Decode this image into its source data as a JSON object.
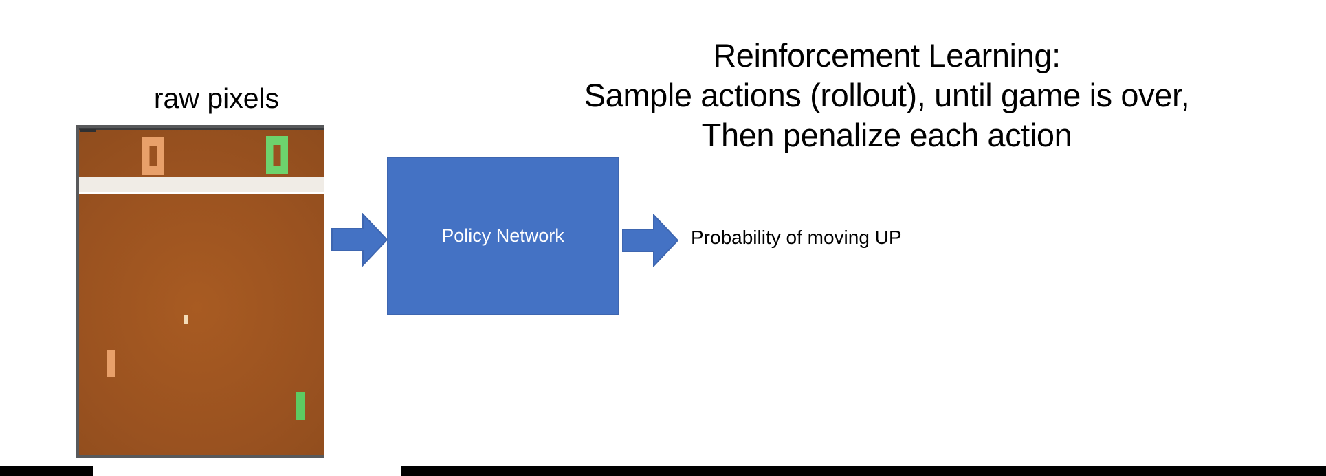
{
  "slide": {
    "background_color": "#ffffff",
    "caption": {
      "raw_pixels": "raw pixels"
    },
    "heading": {
      "line1": "Reinforcement Learning:",
      "line2": "Sample actions (rollout), until game is over,",
      "line3": "Then penalize each action",
      "color": "#000000"
    },
    "diagram": {
      "input_arrow_icon": "right-arrow-icon",
      "output_arrow_icon": "right-arrow-icon",
      "box_label": "Policy Network",
      "box_color": "#4472c4",
      "box_text_color": "#ffffff",
      "output_label": "Probability of moving UP"
    },
    "game": {
      "name": "pong-screenshot",
      "field_color": "#a0551f",
      "bezel_color": "#58595b",
      "divider_color": "#f0ece6",
      "score_left": "0",
      "score_right": "0",
      "score_left_color": "#e8a06a",
      "score_right_color": "#6dd36d",
      "paddle_left_color": "#e8a06a",
      "paddle_right_color": "#5dcb62",
      "ball_color": "#f4dcb8"
    },
    "footer": {
      "strip_color": "#000000"
    }
  }
}
